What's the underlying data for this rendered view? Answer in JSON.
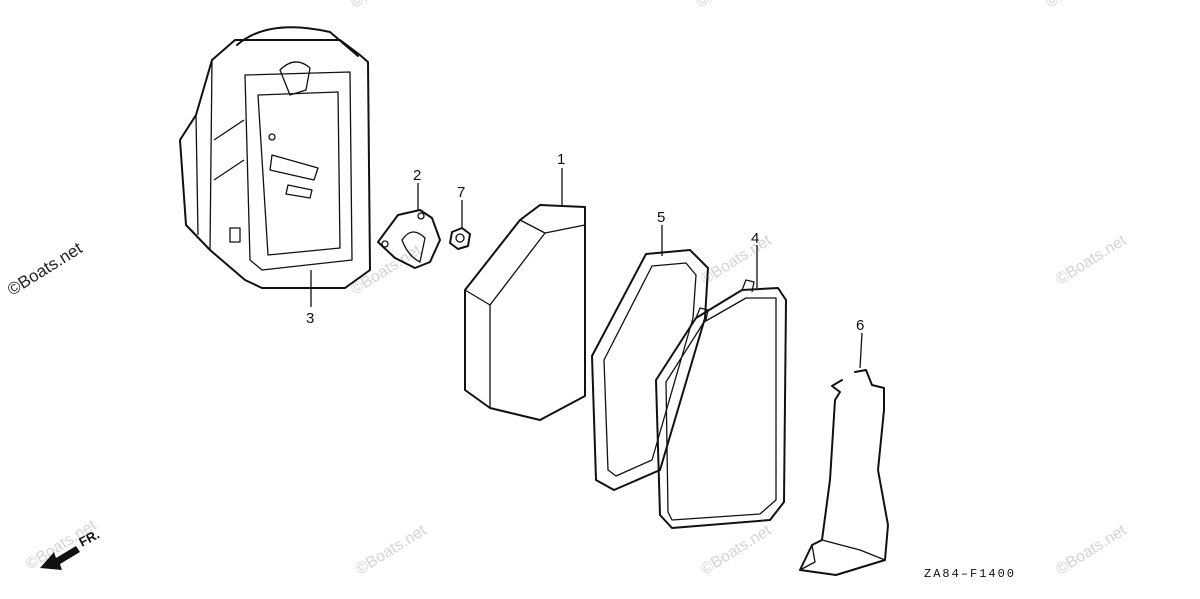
{
  "watermark": "©Boats.net",
  "side_watermark": "©Boats.net",
  "diagram_code": "ZA84–F1400",
  "direction_label": "FR.",
  "parts": [
    {
      "num": "1"
    },
    {
      "num": "2"
    },
    {
      "num": "3"
    },
    {
      "num": "4"
    },
    {
      "num": "5"
    },
    {
      "num": "6"
    },
    {
      "num": "7"
    }
  ]
}
